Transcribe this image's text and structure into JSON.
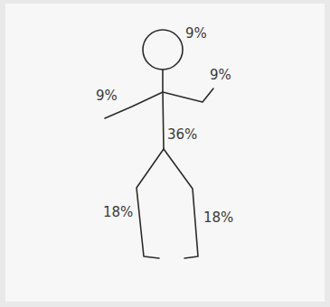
{
  "diagram": {
    "labels": [
      "9%",
      "9%",
      "9%",
      "36%",
      "18%",
      "18%"
    ]
  }
}
